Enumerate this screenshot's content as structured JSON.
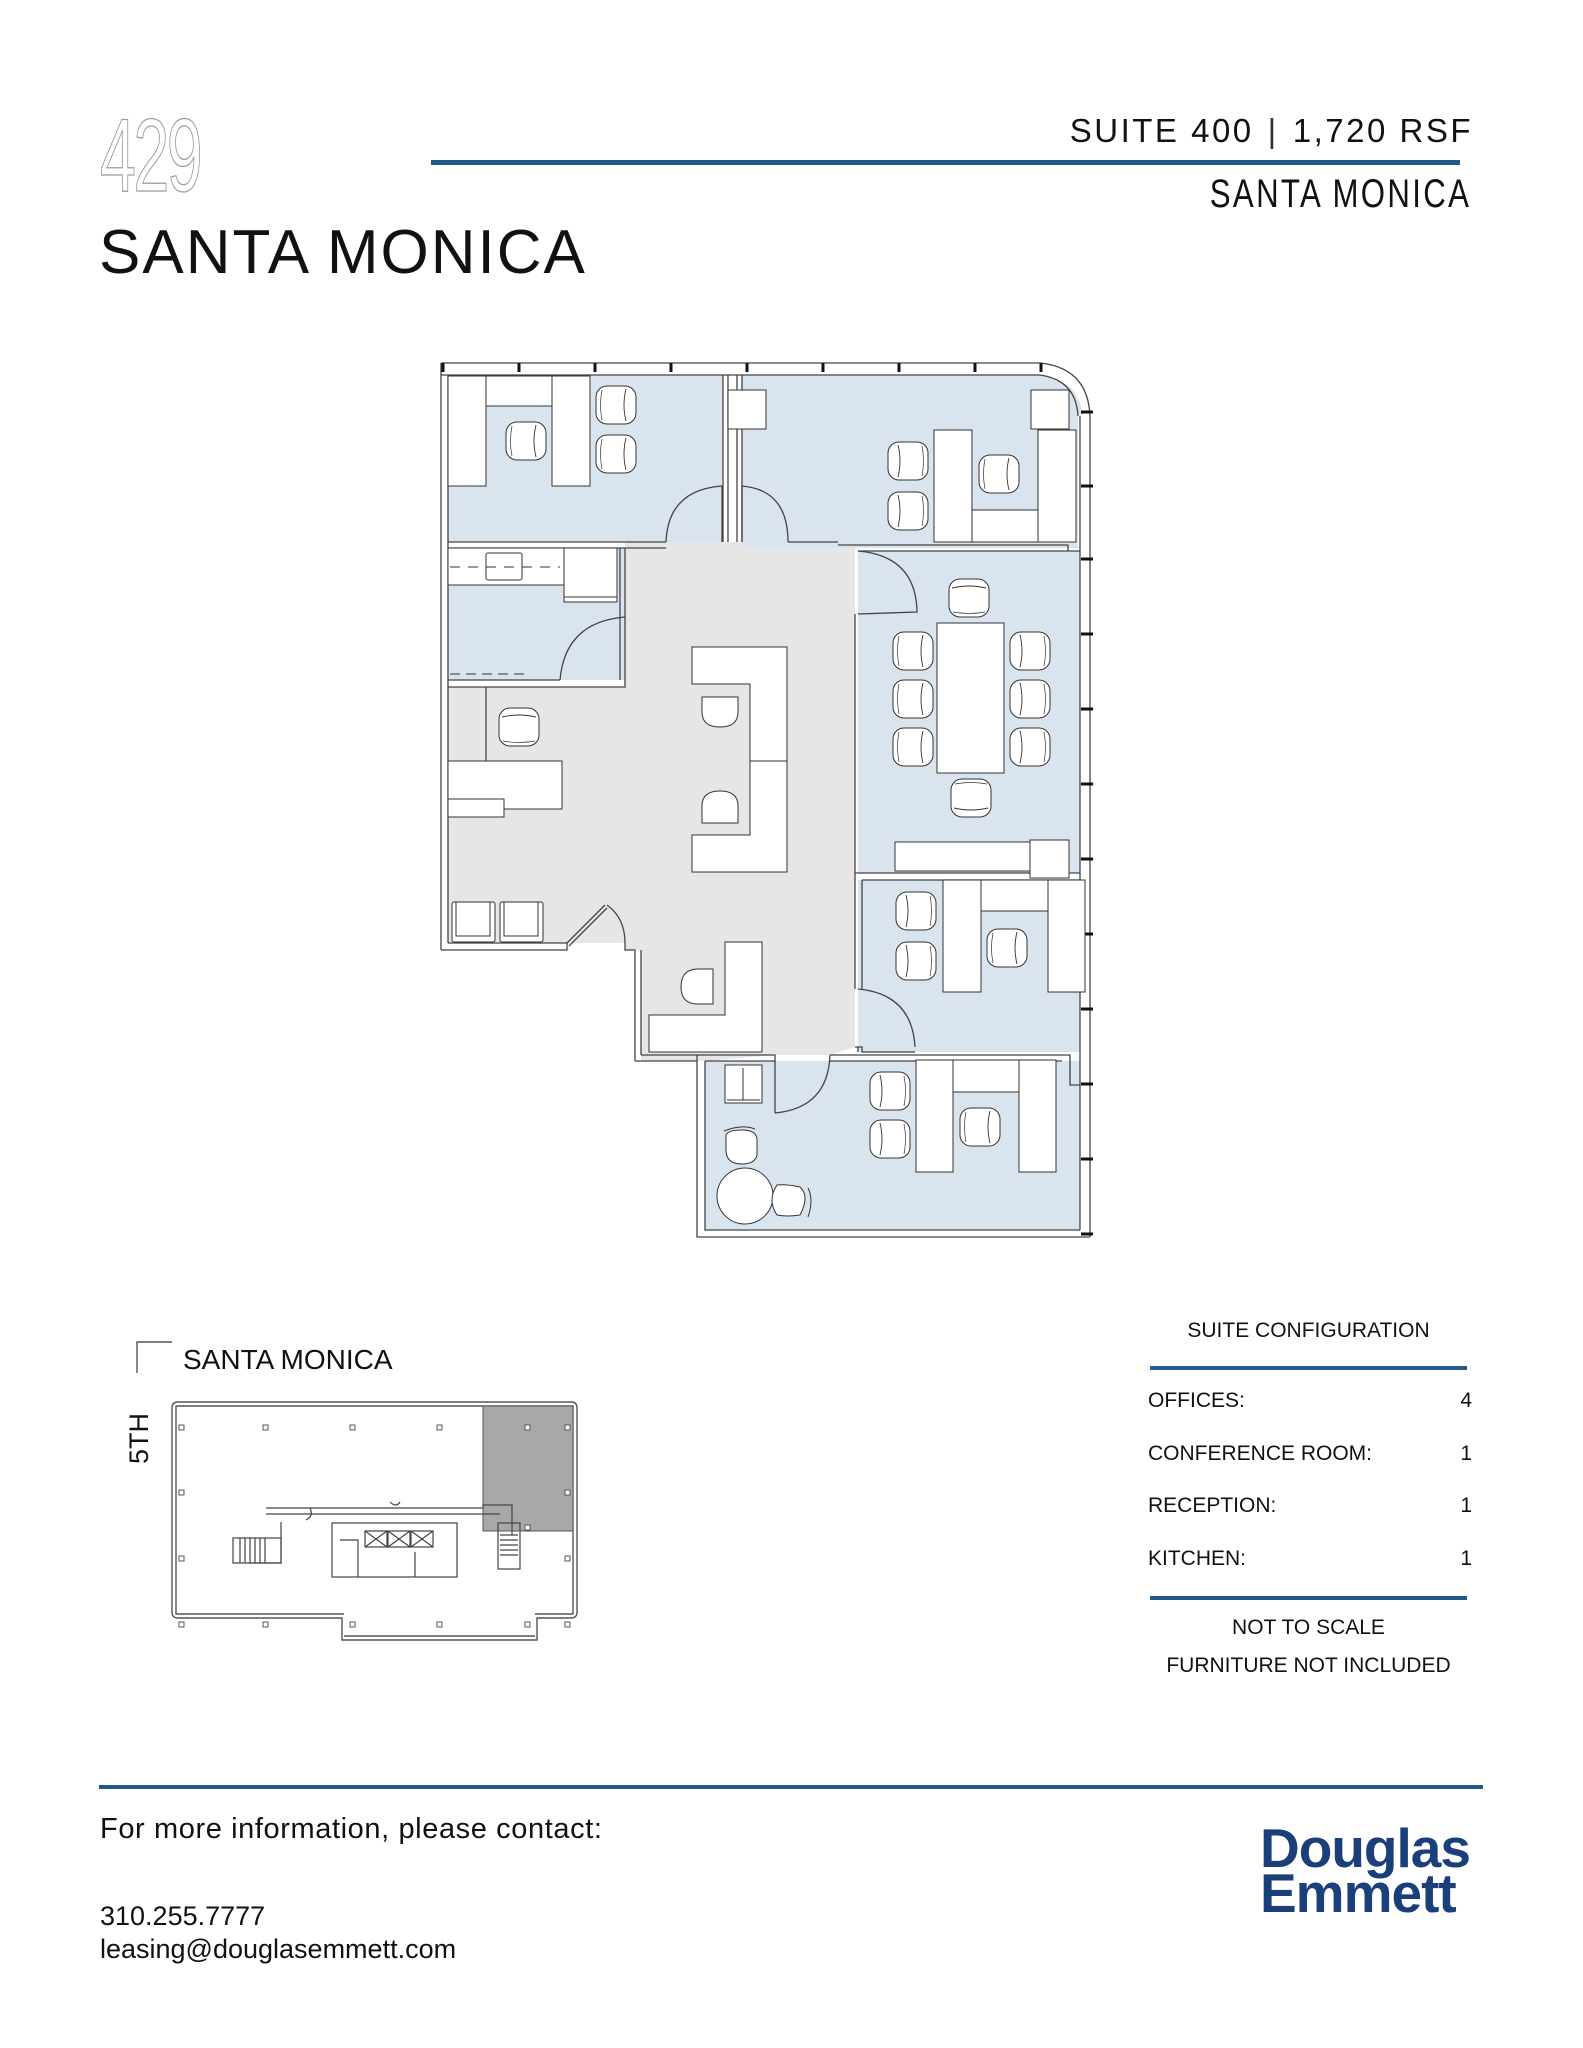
{
  "header": {
    "building_number": "429",
    "building_name": "SANTA MONICA",
    "suite": "SUITE 400",
    "separator": "|",
    "area": "1,720 RSF",
    "city": "SANTA MONICA"
  },
  "colors": {
    "accent_rule": "#1f5a8a",
    "logo": "#1b3f7a",
    "room_fill": "#d9e4ef",
    "common_fill": "#e6e6e6",
    "highlight_fill": "#a8a8a8"
  },
  "floor_plan": {
    "rooms": [
      {
        "name": "office-top-left",
        "type": "office"
      },
      {
        "name": "office-top-right",
        "type": "office"
      },
      {
        "name": "kitchen",
        "type": "kitchen"
      },
      {
        "name": "reception",
        "type": "reception"
      },
      {
        "name": "conference-room",
        "type": "conference"
      },
      {
        "name": "office-right-middle",
        "type": "office"
      },
      {
        "name": "office-bottom",
        "type": "office"
      }
    ]
  },
  "key_plan": {
    "street_label": "SANTA MONICA",
    "side_label": "5TH"
  },
  "suite_configuration": {
    "title": "SUITE CONFIGURATION",
    "rows": [
      {
        "label": "OFFICES:",
        "value": "4"
      },
      {
        "label": "CONFERENCE ROOM:",
        "value": "1"
      },
      {
        "label": "RECEPTION:",
        "value": "1"
      },
      {
        "label": "KITCHEN:",
        "value": "1"
      }
    ],
    "notes": [
      "NOT TO SCALE",
      "FURNITURE NOT INCLUDED"
    ]
  },
  "footer": {
    "contact_heading": "For more information, please contact:",
    "phone": "310.255.7777",
    "email": "leasing@douglasemmett.com",
    "logo_line1": "Douglas",
    "logo_line2": "Emmett"
  }
}
